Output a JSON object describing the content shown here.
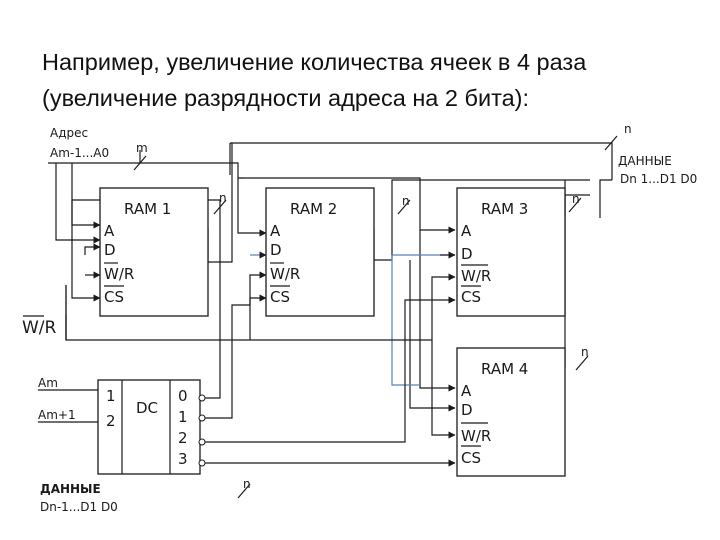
{
  "title": "Например, увеличение количества ячеек в 4 раза (увеличение разрядности адреса на 2 бита):",
  "labels": {
    "address_word": "Адрес",
    "address_range": "Am-1...A0",
    "m": "m",
    "n": "n",
    "data_word": "ДАННЫЕ",
    "data_range_top": "Dn 1...D1 D0",
    "data_range_bottom": "Dn-1...D1 D0",
    "wr_signal": "W/R",
    "am": "Am",
    "am1": "Am+1"
  },
  "ram_blocks": [
    {
      "title": "RAM 1",
      "pins": [
        "A",
        "D",
        "W/R",
        "CS"
      ]
    },
    {
      "title": "RAM 2",
      "pins": [
        "A",
        "D",
        "W/R",
        "CS"
      ]
    },
    {
      "title": "RAM 3",
      "pins": [
        "A",
        "D",
        "W/R",
        "CS"
      ]
    },
    {
      "title": "RAM 4",
      "pins": [
        "A",
        "D",
        "W/R",
        "CS"
      ]
    }
  ],
  "decoder": {
    "title": "DC",
    "inputs": [
      "1",
      "2"
    ],
    "outputs": [
      "0",
      "1",
      "2",
      "3"
    ]
  }
}
